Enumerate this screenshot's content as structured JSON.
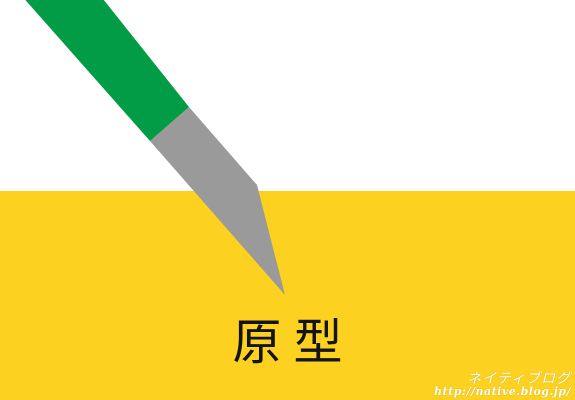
{
  "colors": {
    "background": "#ffffff",
    "panel": "#fdd11f",
    "handle": "#029c46",
    "blade": "#9a9a9a",
    "caption": "#141414",
    "watermark": "#ffffff"
  },
  "illustration": {
    "subject": "design-knife",
    "handle_icon": "knife-handle",
    "blade_icon": "knife-blade"
  },
  "caption": {
    "text": "原型"
  },
  "watermark": {
    "brand": "ネイティブログ",
    "url": "http://native.blog.jp/"
  }
}
